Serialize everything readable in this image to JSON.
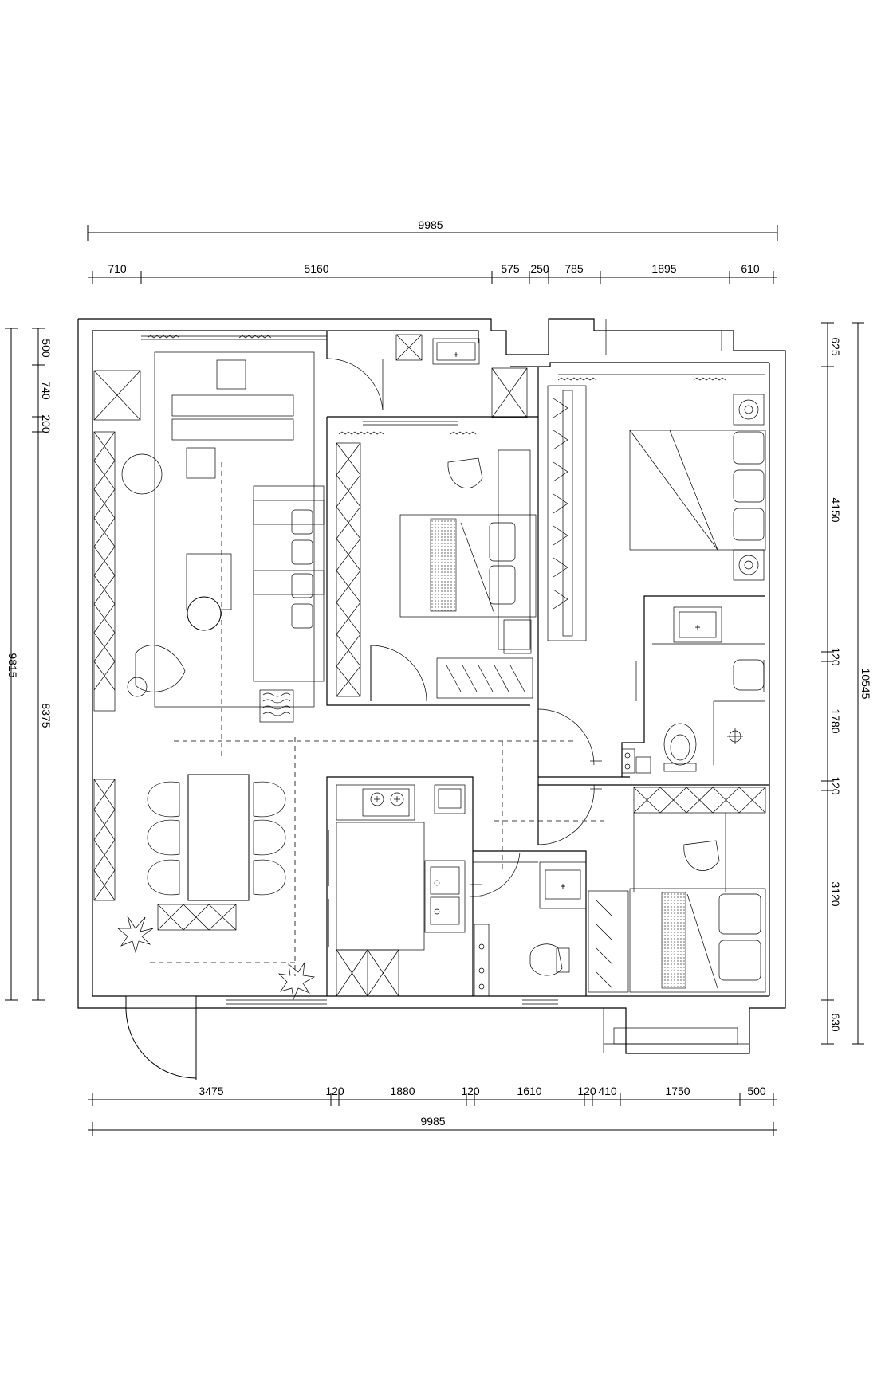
{
  "plan": {
    "dimensions_top_total": "9985",
    "dimensions_top": [
      "710",
      "5160",
      "575",
      "250",
      "785",
      "1895",
      "610"
    ],
    "dimensions_bottom": [
      "3475",
      "120",
      "1880",
      "120",
      "1610",
      "120",
      "410",
      "1750",
      "500"
    ],
    "dimensions_bottom_total": "9985",
    "dimensions_left_total": "9815",
    "dimensions_left": [
      "500",
      "740",
      "200",
      "8375"
    ],
    "dimensions_right": [
      "625",
      "4150",
      "120",
      "1780",
      "120",
      "3120",
      "630"
    ],
    "dimensions_right_total": "10545"
  }
}
